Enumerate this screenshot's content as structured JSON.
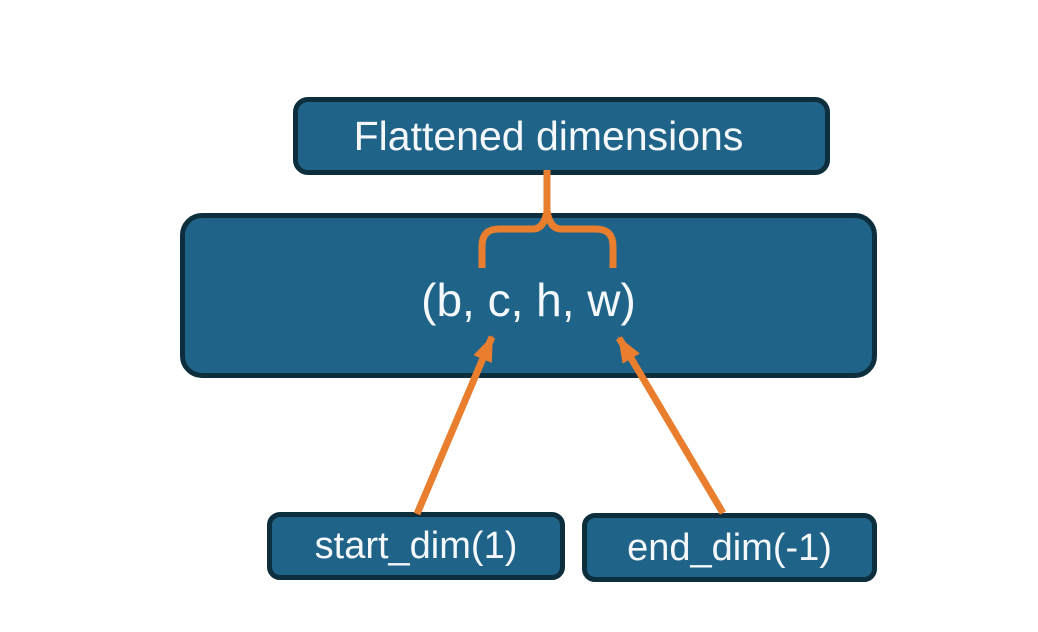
{
  "colors": {
    "node_fill": "#1F6389",
    "node_border": "#0D2E3C",
    "connector": "#E87E2E",
    "text": "#F4F8FA",
    "background": "#FFFFFF"
  },
  "nodes": {
    "flattened": {
      "label": "Flattened dimensions"
    },
    "tensor": {
      "label": "(b, c, h, w)"
    },
    "start_dim": {
      "label": "start_dim(1)"
    },
    "end_dim": {
      "label": "end_dim(-1)"
    }
  }
}
